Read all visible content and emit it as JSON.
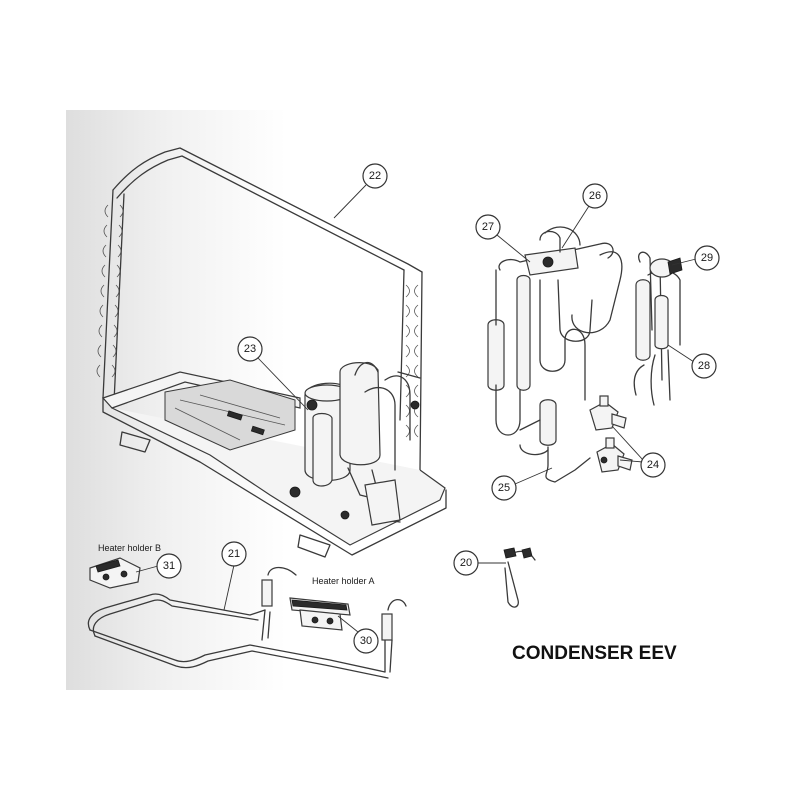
{
  "diagram": {
    "title": "CONDENSER EEV",
    "labels": {
      "heater_holder_a": "Heater holder A",
      "heater_holder_b": "Heater holder B"
    },
    "callouts": [
      "22",
      "23",
      "26",
      "27",
      "29",
      "28",
      "24",
      "25",
      "21",
      "31",
      "20",
      "30"
    ]
  }
}
